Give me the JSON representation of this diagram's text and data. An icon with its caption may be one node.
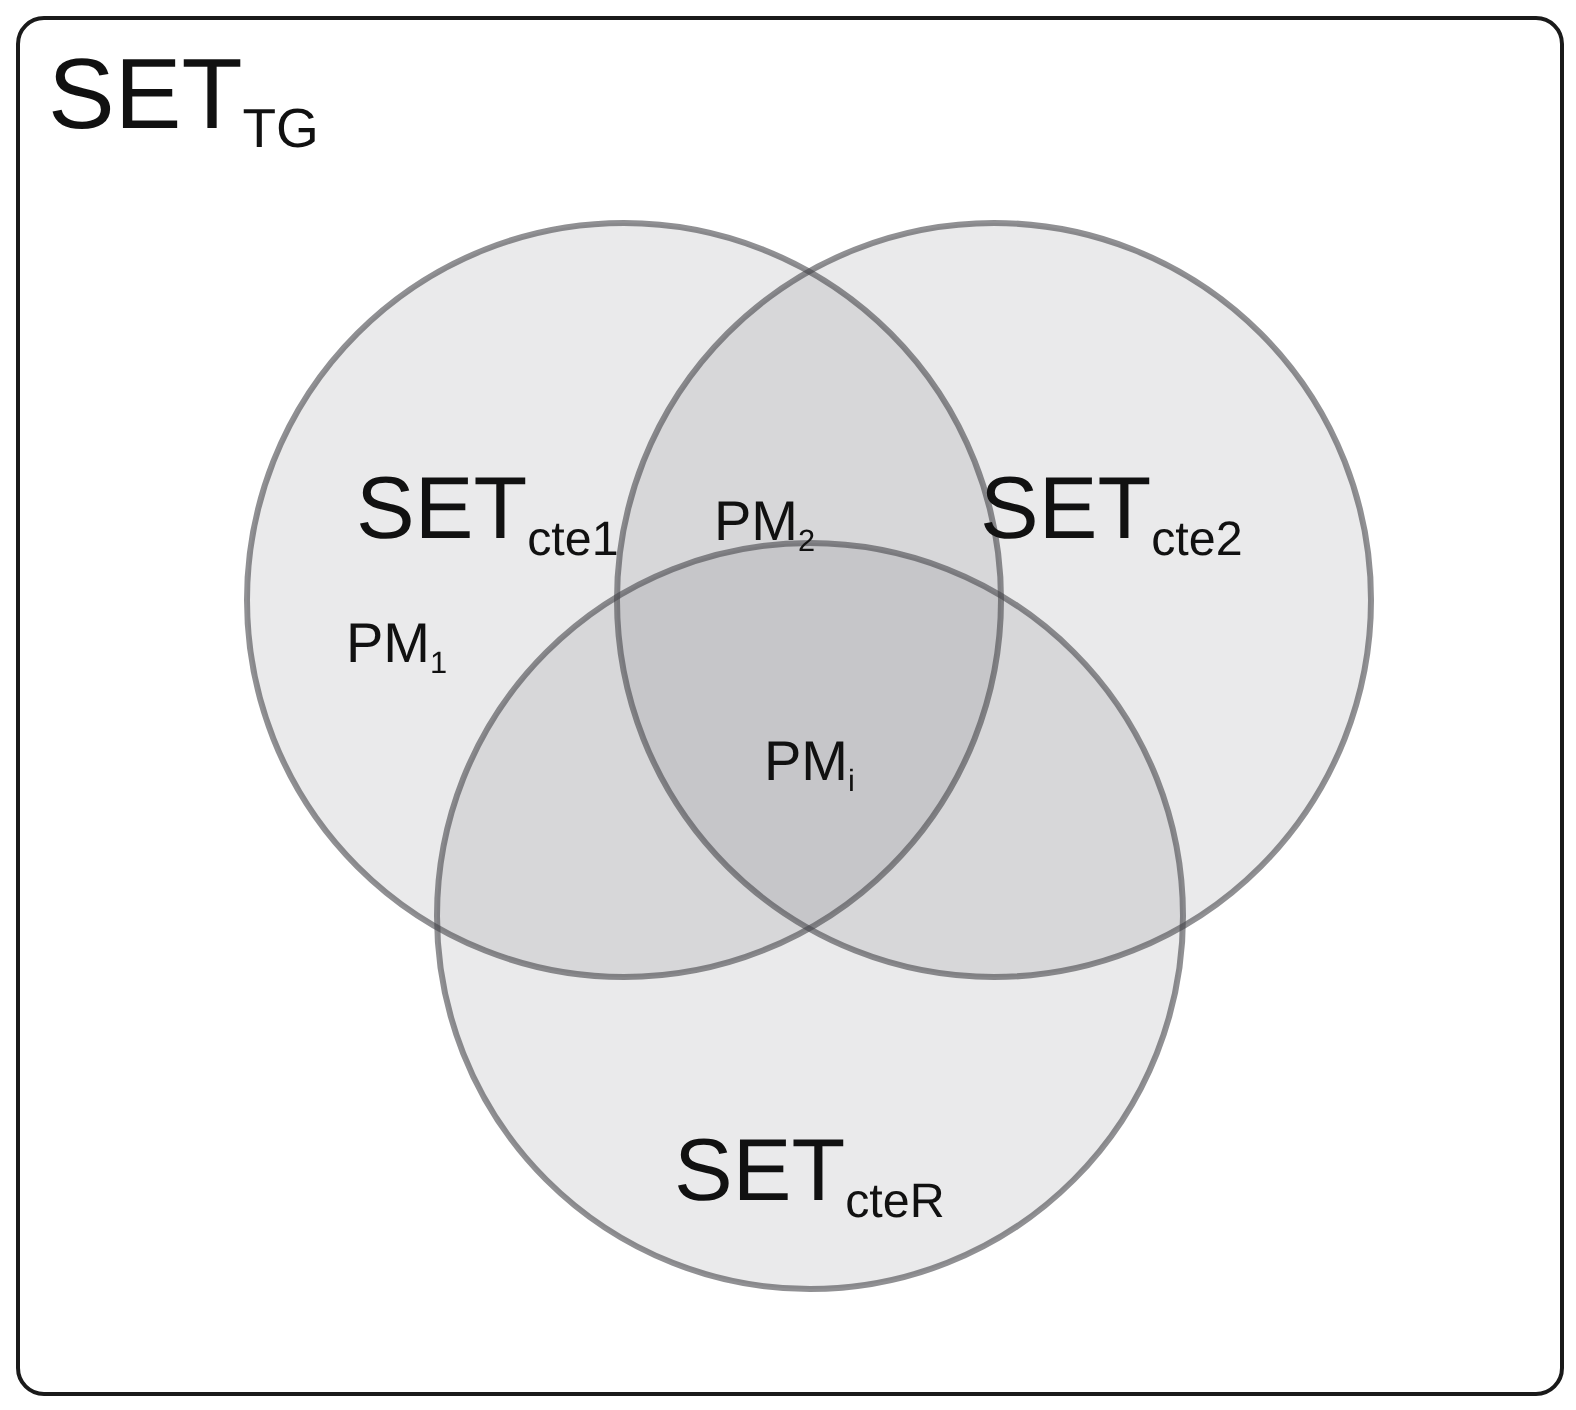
{
  "diagram": {
    "nodes": [
      {
        "text": [
          "SET$_{TG}$"
        ]
      },
      {
        "text": [
          "SET$_{cte1}$"
        ],
        "in": 0
      },
      {
        "text": [
          "SET$_{cte2}$"
        ],
        "in": 0
      },
      {
        "text": [
          "SET$_{cteR}$"
        ],
        "in": 0
      }
    ],
    "labels": [
      "PM$_{2}$",
      "PM$_{1}$",
      "PM$_{i}$"
    ]
  }
}
